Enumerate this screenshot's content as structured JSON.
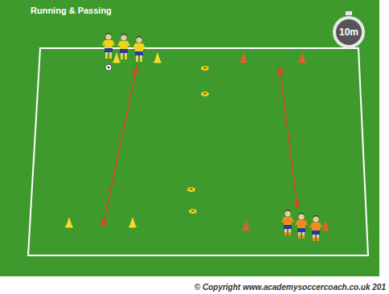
{
  "diagram": {
    "title": "Running & Passing",
    "labels": [
      "10m",
      "© Copyright www.academysoccercoach.co.uk 201"
    ]
  }
}
